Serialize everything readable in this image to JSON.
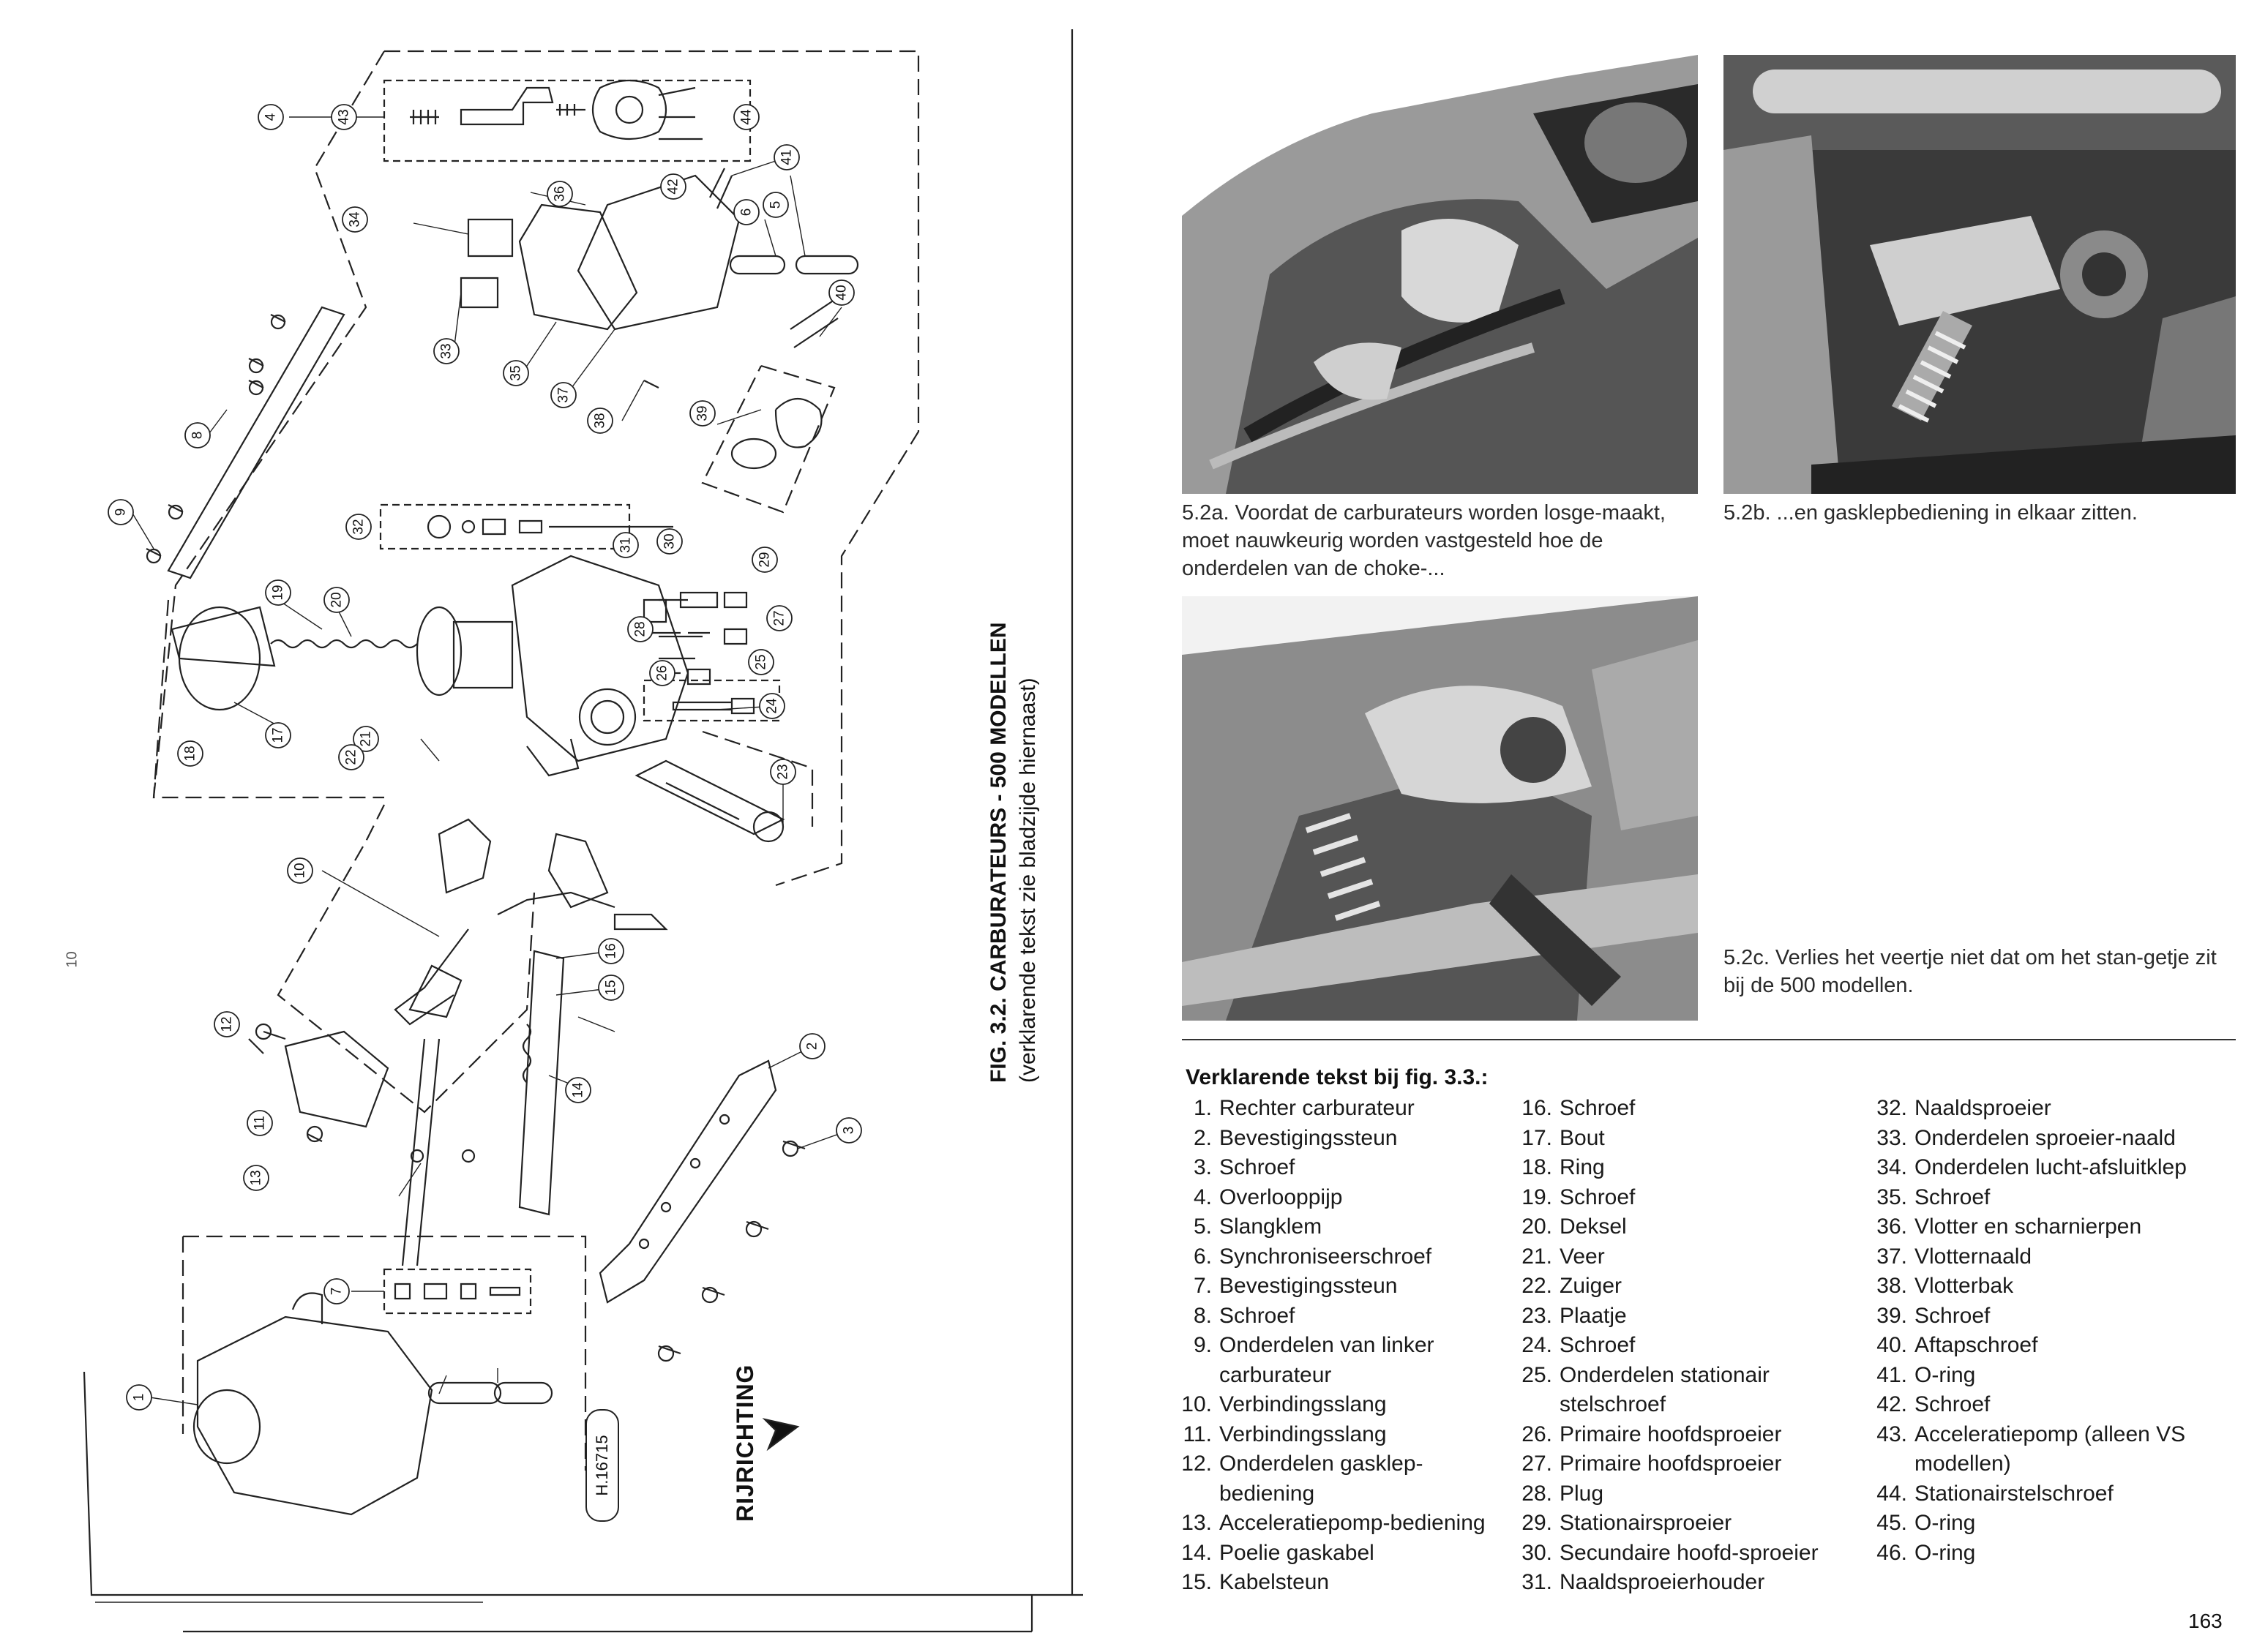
{
  "left_page": {
    "figure_caption_line1": "FIG. 3.2. CARBURATEURS - 500 MODELLEN",
    "figure_caption_line2": "(verklarende tekst zie bladzijde hiernaast)",
    "direction_label": "RIJRICHTING",
    "drawing_code": "H.16715",
    "margin_mark": "10",
    "callouts": [
      "1",
      "2",
      "3",
      "4",
      "5",
      "6",
      "7",
      "8",
      "9",
      "10",
      "11",
      "12",
      "13",
      "14",
      "15",
      "16",
      "17",
      "18",
      "19",
      "20",
      "21",
      "22",
      "23",
      "24",
      "25",
      "26",
      "27",
      "28",
      "29",
      "30",
      "31",
      "32",
      "33",
      "34",
      "35",
      "36",
      "37",
      "38",
      "39",
      "40",
      "41",
      "42",
      "43",
      "44"
    ]
  },
  "photos": {
    "photo_a_caption": "5.2a. Voordat de carburateurs worden losge-maakt, moet nauwkeurig worden vastgesteld hoe de onderdelen van de choke-...",
    "photo_b_caption": "5.2b. ...en gasklepbediening in elkaar zitten.",
    "photo_c_caption": "5.2c. Verlies het veertje niet dat om het stan-getje zit bij de 500 modellen."
  },
  "legend": {
    "title": "Verklarende tekst bij fig. 3.3.:",
    "items": [
      {
        "n": "1.",
        "t": "Rechter carburateur"
      },
      {
        "n": "2.",
        "t": "Bevestigingssteun"
      },
      {
        "n": "3.",
        "t": "Schroef"
      },
      {
        "n": "4.",
        "t": "Overlooppijp"
      },
      {
        "n": "5.",
        "t": "Slangklem"
      },
      {
        "n": "6.",
        "t": "Synchroniseerschroef"
      },
      {
        "n": "7.",
        "t": "Bevestigingssteun"
      },
      {
        "n": "8.",
        "t": "Schroef"
      },
      {
        "n": "9.",
        "t": "Onderdelen van linker carburateur"
      },
      {
        "n": "10.",
        "t": "Verbindingsslang"
      },
      {
        "n": "11.",
        "t": "Verbindingsslang"
      },
      {
        "n": "12.",
        "t": "Onderdelen gasklep-bediening"
      },
      {
        "n": "13.",
        "t": "Acceleratiepomp-bediening"
      },
      {
        "n": "14.",
        "t": "Poelie gaskabel"
      },
      {
        "n": "15.",
        "t": "Kabelsteun"
      },
      {
        "n": "16.",
        "t": "Schroef"
      },
      {
        "n": "17.",
        "t": "Bout"
      },
      {
        "n": "18.",
        "t": "Ring"
      },
      {
        "n": "19.",
        "t": "Schroef"
      },
      {
        "n": "20.",
        "t": "Deksel"
      },
      {
        "n": "21.",
        "t": "Veer"
      },
      {
        "n": "22.",
        "t": "Zuiger"
      },
      {
        "n": "23.",
        "t": "Plaatje"
      },
      {
        "n": "24.",
        "t": "Schroef"
      },
      {
        "n": "25.",
        "t": "Onderdelen stationair stelschroef"
      },
      {
        "n": "26.",
        "t": "Primaire hoofdsproeier"
      },
      {
        "n": "27.",
        "t": "Primaire hoofdsproeier"
      },
      {
        "n": "28.",
        "t": "Plug"
      },
      {
        "n": "29.",
        "t": "Stationairsproeier"
      },
      {
        "n": "30.",
        "t": "Secundaire hoofd-sproeier"
      },
      {
        "n": "31.",
        "t": "Naaldsproeierhouder"
      },
      {
        "n": "32.",
        "t": "Naaldsproeier"
      },
      {
        "n": "33.",
        "t": "Onderdelen sproeier-naald"
      },
      {
        "n": "34.",
        "t": "Onderdelen lucht-afsluitklep"
      },
      {
        "n": "35.",
        "t": "Schroef"
      },
      {
        "n": "36.",
        "t": "Vlotter en scharnierpen"
      },
      {
        "n": "37.",
        "t": "Vlotternaald"
      },
      {
        "n": "38.",
        "t": "Vlotterbak"
      },
      {
        "n": "39.",
        "t": "Schroef"
      },
      {
        "n": "40.",
        "t": "Aftapschroef"
      },
      {
        "n": "41.",
        "t": "O-ring"
      },
      {
        "n": "42.",
        "t": "Schroef"
      },
      {
        "n": "43.",
        "t": "Acceleratiepomp (alleen VS modellen)"
      },
      {
        "n": "44.",
        "t": "Stationairstelschroef"
      },
      {
        "n": "45.",
        "t": "O-ring"
      },
      {
        "n": "46.",
        "t": "O-ring"
      }
    ]
  },
  "page_number": "163"
}
